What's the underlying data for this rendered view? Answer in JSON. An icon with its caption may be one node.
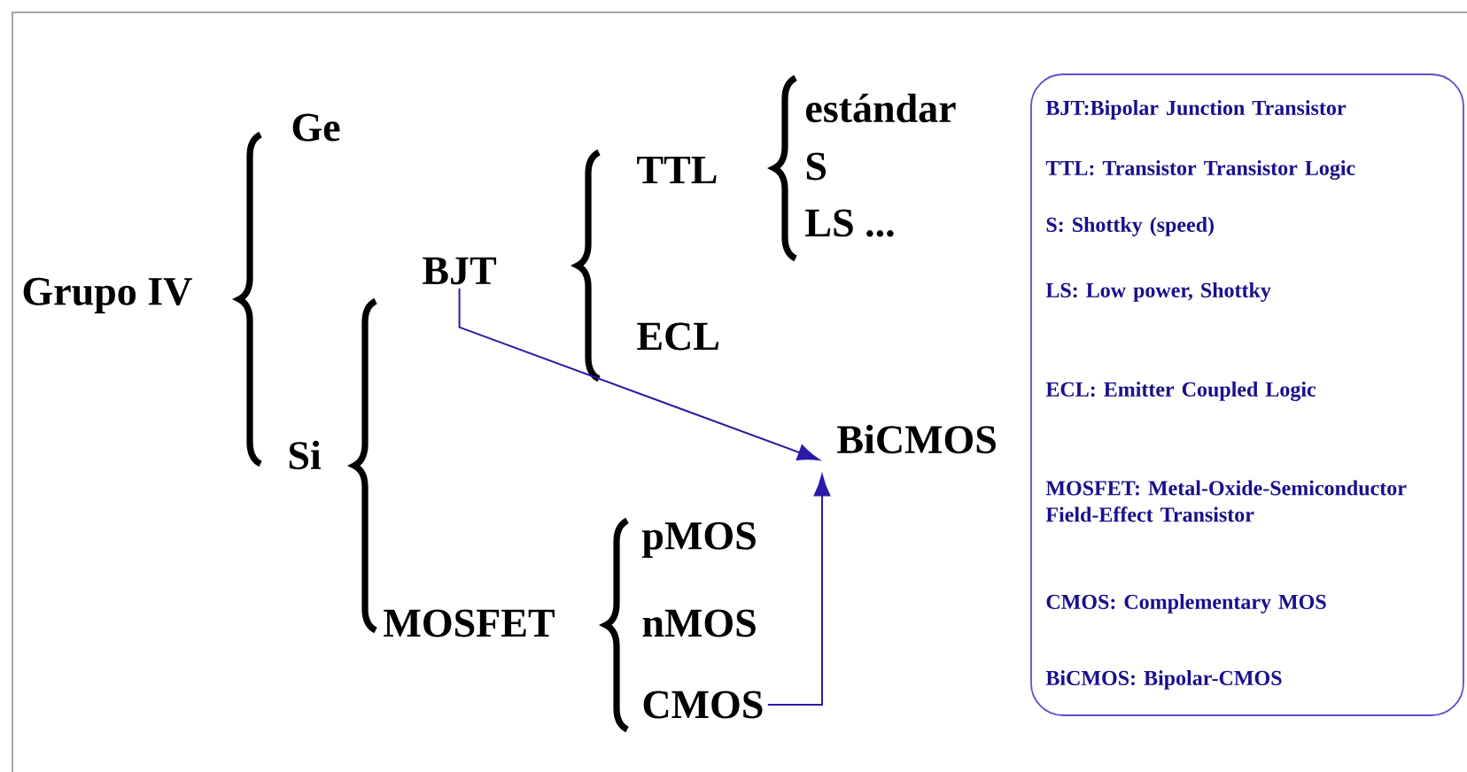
{
  "diagram": {
    "nodes": [
      {
        "text": [
          "Grupo IV"
        ]
      },
      {
        "text": [
          "Ge"
        ]
      },
      {
        "text": [
          "Si"
        ]
      },
      {
        "text": [
          "BJT"
        ]
      },
      {
        "text": [
          "TTL"
        ]
      },
      {
        "text": [
          "estándar"
        ]
      },
      {
        "text": [
          "S"
        ]
      },
      {
        "text": [
          "LS ..."
        ]
      },
      {
        "text": [
          "ECL"
        ]
      },
      {
        "text": [
          "MOSFET"
        ]
      },
      {
        "text": [
          "pMOS"
        ]
      },
      {
        "text": [
          "nMOS"
        ]
      },
      {
        "text": [
          "CMOS"
        ]
      },
      {
        "text": [
          "BiCMOS"
        ]
      },
      {
        "text": [
          "BJT:Bipolar Junction Transistor",
          "TTL: Transistor Transistor Logic",
          "S: Shottky (speed)",
          "LS: Low power, Shottky",
          "ECL: Emitter Coupled Logic",
          "MOSFET: Metal-Oxide-Semiconductor Field-Effect Transistor",
          "CMOS: Complementary MOS",
          "BiCMOS: Bipolar-CMOS"
        ]
      }
    ],
    "edges": [
      {
        "from": 3,
        "to": 13,
        "arrow": "to"
      },
      {
        "from": 12,
        "to": 13,
        "arrow": "to"
      }
    ]
  }
}
